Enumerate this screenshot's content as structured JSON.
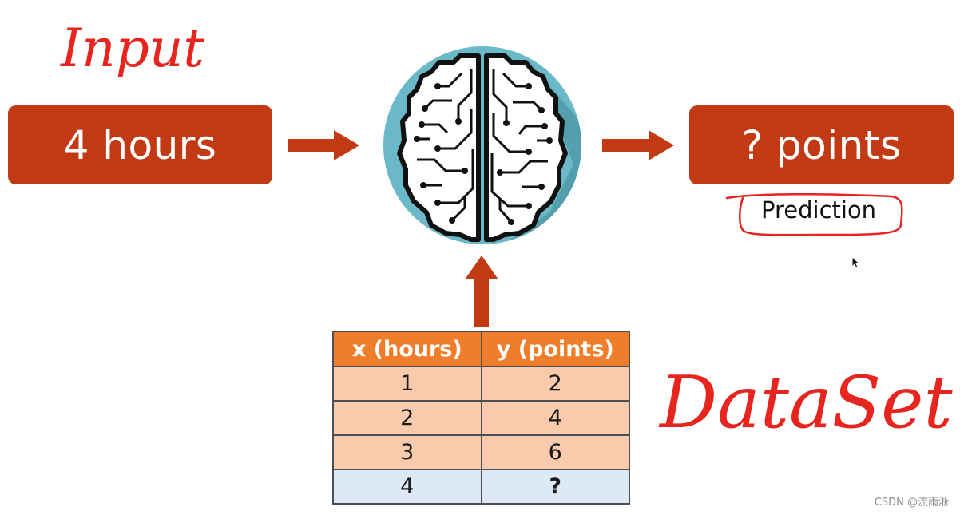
{
  "input_box": {
    "label": "4 hours"
  },
  "output_box": {
    "label": "? points"
  },
  "annotations": {
    "input": "Input",
    "prediction": "Prediction",
    "dataset": "DataSet"
  },
  "table": {
    "headers": [
      "x (hours)",
      "y (points)"
    ],
    "rows": [
      [
        "1",
        "2"
      ],
      [
        "2",
        "4"
      ],
      [
        "3",
        "6"
      ],
      [
        "4",
        "?"
      ]
    ]
  },
  "watermark": "CSDN @流雨淅",
  "colors": {
    "box": "#c23a14",
    "arrow": "#c23a14",
    "table_header": "#f07d2a",
    "table_row": "#f9cbac",
    "table_query_row": "#dde9f6",
    "brain_circle": "#6ab8c8",
    "handwriting": "#e8241e"
  },
  "icons": [
    "brain-icon",
    "mouse-cursor-icon"
  ]
}
